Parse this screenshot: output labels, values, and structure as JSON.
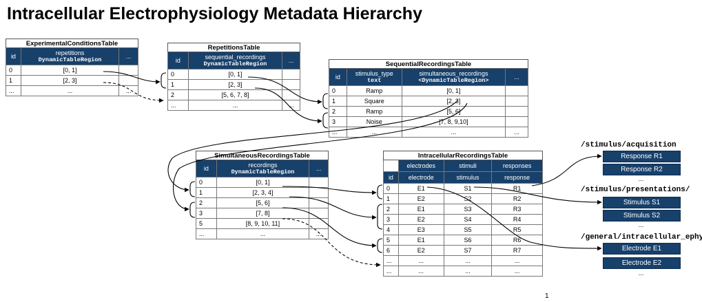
{
  "title": "Intracellular Electrophysiology Metadata Hierarchy",
  "page_number": "1",
  "experimental": {
    "name": "ExperimentalConditionsTable",
    "headers": [
      "id",
      "repetitions",
      "DynamicTableRegion",
      "..."
    ],
    "rows": [
      [
        "0",
        "[0, 1]",
        ""
      ],
      [
        "1",
        "[2, 3]",
        ""
      ],
      [
        "...",
        "...",
        "..."
      ]
    ]
  },
  "repetitions": {
    "name": "RepetitionsTable",
    "headers": [
      "id",
      "sequential_recordings",
      "DynamicTableRegion",
      "..."
    ],
    "rows": [
      [
        "0",
        "[0, 1]",
        ""
      ],
      [
        "1",
        "[2, 3]",
        ""
      ],
      [
        "2",
        "[5, 6, 7, 8]",
        ""
      ],
      [
        "...",
        "...",
        "..."
      ]
    ]
  },
  "sequential": {
    "name": "SequentialRecordingsTable",
    "headers": [
      "id",
      "stimulus_type",
      "text",
      "simultaneous_recordings",
      "<DynamicTableRegion>",
      "..."
    ],
    "rows": [
      [
        "0",
        "Ramp",
        "[0, 1]",
        ""
      ],
      [
        "1",
        "Square",
        "[2, 3]",
        ""
      ],
      [
        "2",
        "Ramp",
        "[5, 6]",
        ""
      ],
      [
        "3",
        "Noise",
        "[7, 8, 9,10]",
        ""
      ],
      [
        "...",
        "...",
        "...",
        "..."
      ]
    ]
  },
  "simultaneous": {
    "name": "SimultaneousRecordingsTable",
    "headers": [
      "id",
      "recordings",
      "DynamicTableRegion",
      "..."
    ],
    "rows": [
      [
        "0",
        "[0, 1]",
        ""
      ],
      [
        "1",
        "[2, 3, 4]",
        ""
      ],
      [
        "2",
        "[5, 6]",
        ""
      ],
      [
        "3",
        "[7, 8]",
        ""
      ],
      [
        "5",
        "[8, 9, 10, 11]",
        ""
      ],
      [
        "...",
        "...",
        "..."
      ]
    ]
  },
  "intracellular": {
    "name": "IntracellularRecordingsTable",
    "groups": [
      "electrodes",
      "stimuli",
      "responses"
    ],
    "subheaders": [
      "id",
      "electrode",
      "stimulus",
      "response"
    ],
    "rows": [
      [
        "0",
        "E1",
        "S1",
        "R1"
      ],
      [
        "1",
        "E2",
        "S2",
        "R2"
      ],
      [
        "2",
        "E1",
        "S3",
        "R3"
      ],
      [
        "3",
        "E2",
        "S4",
        "R4"
      ],
      [
        "4",
        "E3",
        "S5",
        "R5"
      ],
      [
        "5",
        "E1",
        "S6",
        "R6"
      ],
      [
        "6",
        "E2",
        "S7",
        "R7"
      ],
      [
        "...",
        "...",
        "...",
        "..."
      ],
      [
        "...",
        "...",
        "...",
        "..."
      ]
    ]
  },
  "paths": {
    "acquisition": {
      "label": "/stimulus/acquisition",
      "items": [
        "Response R1",
        "Response R2"
      ],
      "more": "..."
    },
    "presentations": {
      "label": "/stimulus/presentations/",
      "items": [
        "Stimulus S1",
        "Stimulus S2"
      ],
      "more": "..."
    },
    "ephys": {
      "label": "/general/intracellular_ephys",
      "items": [
        "Electrode E1",
        "Electrode E2"
      ],
      "more": "..."
    }
  },
  "colors": {
    "header": "#17406b",
    "electrodes": "#c79a2d",
    "stimuli": "#5f8f3e",
    "responses": "#a0521f"
  }
}
